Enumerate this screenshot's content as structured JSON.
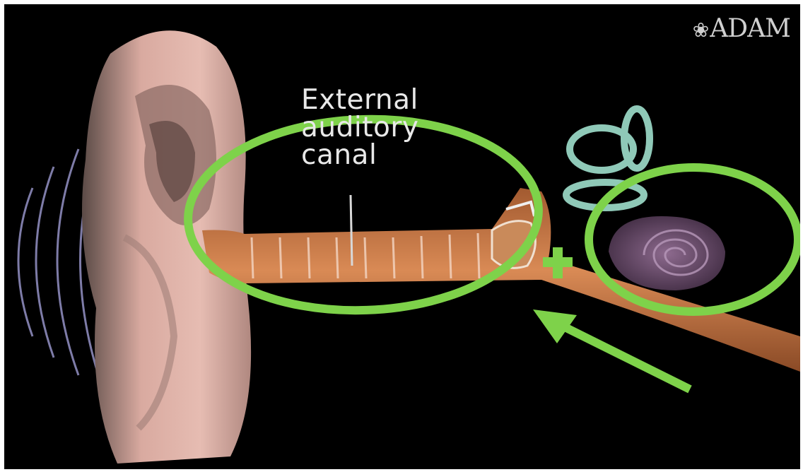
{
  "label": {
    "line1": "External",
    "line2": "auditory",
    "line3": "canal"
  },
  "logo": {
    "text": "ADAM",
    "mark": "❀"
  },
  "colors": {
    "background": "#000000",
    "annotation": "#7ed24a",
    "ear": "#d8a89e",
    "canal": "#c8703e",
    "cochlea": "#6b4a6e",
    "semicircular": "#8fc9b8",
    "waves": "#a9a6e0"
  },
  "annotations": [
    {
      "kind": "ellipse",
      "target": "external auditory canal"
    },
    {
      "kind": "ellipse",
      "target": "cochlea"
    },
    {
      "kind": "arrow",
      "target": "eardrum"
    },
    {
      "kind": "plus",
      "target": "middle ear"
    }
  ]
}
